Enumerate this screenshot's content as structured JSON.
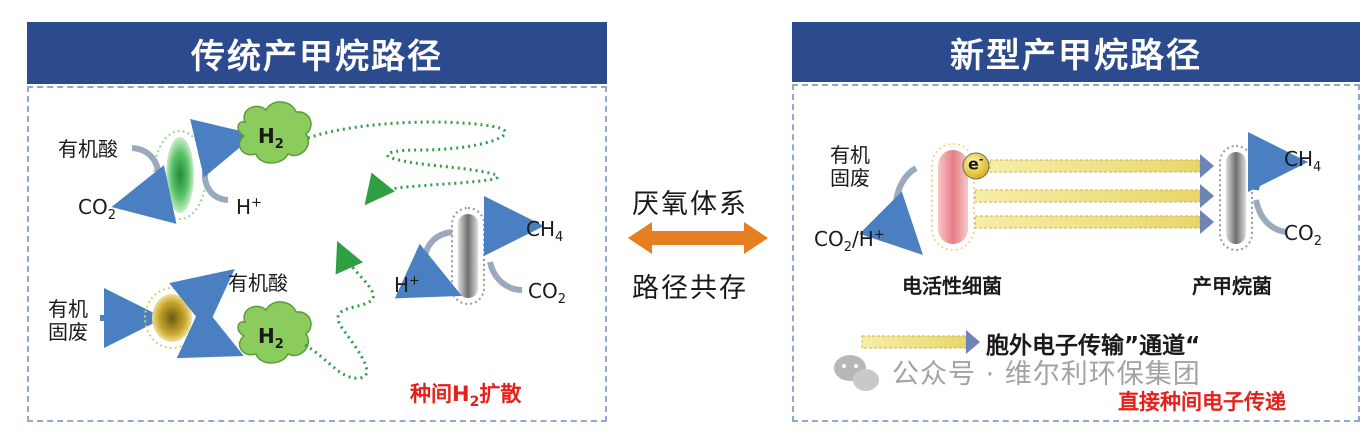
{
  "left_panel": {
    "title": "传统产甲烷路径",
    "acid_top": "有机酸",
    "co2_top": "CO",
    "co2_top_sub": "2",
    "h_top": "H",
    "h_top_sup": "+",
    "h2_cloud_top": "H",
    "h2_cloud_top_sub": "2",
    "solid_waste_1": "有机",
    "solid_waste_2": "固废",
    "acid_bottom": "有机酸",
    "h2_cloud_bottom": "H",
    "h2_cloud_bottom_sub": "2",
    "h_right": "H",
    "h_right_sup": "+",
    "ch4": "CH",
    "ch4_sub": "4",
    "co2_right": "CO",
    "co2_right_sub": "2",
    "caption_a": "种间H",
    "caption_sub": "2",
    "caption_b": "扩散"
  },
  "middle": {
    "top": "厌氧体系",
    "bottom": "路径共存"
  },
  "right_panel": {
    "title": "新型产甲烷路径",
    "solid_waste_1": "有机",
    "solid_waste_2": "固废",
    "electron": "e",
    "electron_sup": "-",
    "ch4": "CH",
    "ch4_sub": "4",
    "co2": "CO",
    "co2_sub": "2",
    "co2_h_a": "CO",
    "co2_h_sub": "2",
    "co2_h_b": "/H",
    "co2_h_sup": "+",
    "electroactive": "电活性细菌",
    "methanogen": "产甲烷菌",
    "legend": "胞外电子传输”通道“",
    "caption": "直接种间电子传递"
  },
  "watermark": "公众号 · 维尔利环保集团",
  "colors": {
    "header_bg": "#2c4a8e",
    "dashed_border": "#8ea9d6",
    "arrow_blue": "#4a7fc1",
    "arrow_orange": "#e67e22",
    "dots_green": "#2ea043",
    "red_text": "#e4211b",
    "h2_cloud": "#8ccc5e",
    "channel_yellow": "#f4e58a"
  },
  "icons": [
    "wechat-icon"
  ]
}
